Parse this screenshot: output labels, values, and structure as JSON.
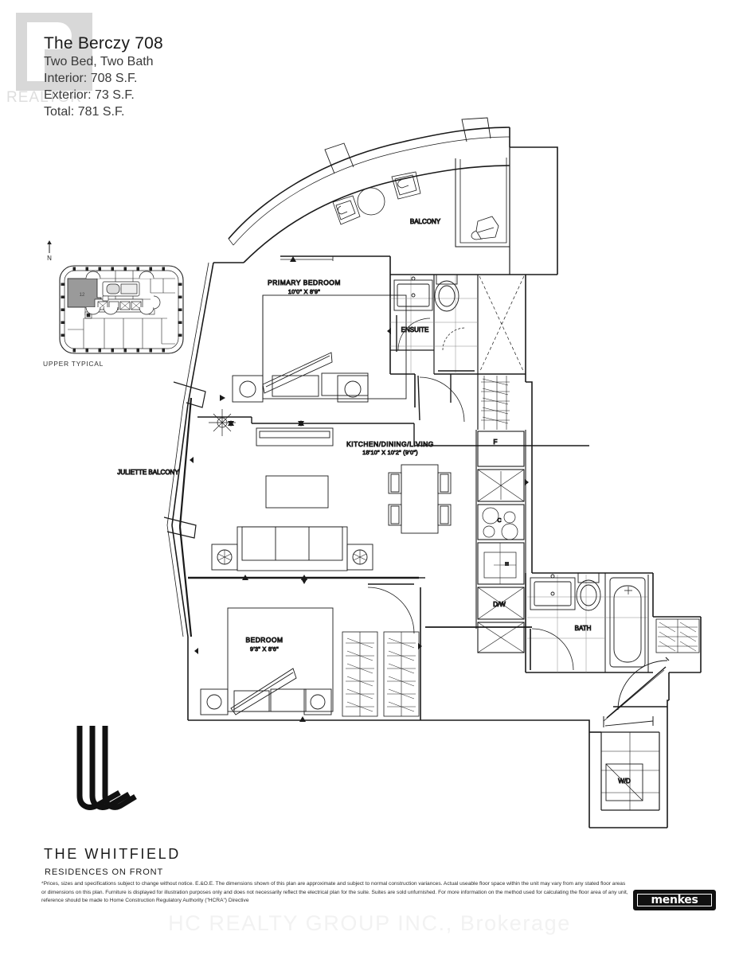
{
  "title_block": {
    "unit_name": "The Berczy 708",
    "beds_baths": "Two Bed, Two Bath",
    "interior": "Interior: 708 S.F.",
    "exterior": "Exterior: 73 S.F.",
    "total": "Total: 781 S.F."
  },
  "watermarks": {
    "realtor": "REALTOR",
    "brokerage": "HC REALTY GROUP INC., Brokerage"
  },
  "keyplan": {
    "north_label": "N",
    "unit_marker": "12",
    "caption": "UPPER TYPICAL"
  },
  "rooms": [
    {
      "name": "BALCONY",
      "dimensions": ""
    },
    {
      "name": "PRIMARY BEDROOM",
      "dimensions": "10'0\" X 8'9\""
    },
    {
      "name": "ENSUITE",
      "dimensions": ""
    },
    {
      "name": "KITCHEN/DINING/LIVING",
      "dimensions": "18'10\" X 10'2\" (9'0\")"
    },
    {
      "name": "JULIETTE BALCONY",
      "dimensions": ""
    },
    {
      "name": "BEDROOM",
      "dimensions": "9'3\" X 8'6\""
    },
    {
      "name": "BATH",
      "dimensions": ""
    }
  ],
  "appliances": [
    {
      "label": "F",
      "name": "fridge"
    },
    {
      "label": "C",
      "name": "cooktop"
    },
    {
      "label": "D/W",
      "name": "dishwasher"
    },
    {
      "label": "W/D",
      "name": "washer-dryer"
    }
  ],
  "footer": {
    "project_name": "THE WHITFIELD",
    "project_tagline": "RESIDENCES ON FRONT",
    "builder": "menkes",
    "disclaimer": "*Prices, sizes and specifications subject to change without notice. E.&O.E. The dimensions shown of this plan are approximate and subject to normal construction variances. Actual useable floor space within the unit may vary from any stated floor areas or dimensions on this plan. Furniture is displayed for illustration purposes only and does not necessarily reflect the electrical plan for the suite. Suites are sold unfurnished. For more information on the method used for calculating the floor area of any unit, reference should be made to Home Construction Regulatory Authority (\"HCRA\") Directive"
  },
  "colors": {
    "line": "#1a1a1a",
    "keyplan_highlight": "#9a9a9a",
    "text": "#2a2a2a",
    "watermark": "#f2f2f2"
  }
}
